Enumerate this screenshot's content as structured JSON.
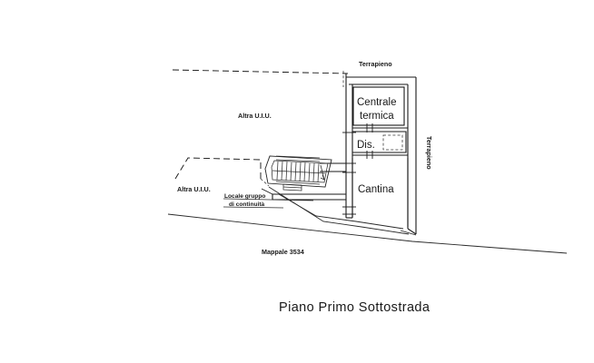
{
  "document": {
    "kind": "architectural-floor-plan",
    "title": "Piano  Primo  Sottostrada",
    "parcel_label": "Mappale 3534",
    "background_color": "#ffffff",
    "line_color": "#1a1a1a"
  },
  "rooms": [
    {
      "id": "centrale-termica",
      "label_line1": "Centrale",
      "label_line2": "termica"
    },
    {
      "id": "disimpegno",
      "label": "Dis."
    },
    {
      "id": "cantina",
      "label": "Cantina"
    }
  ],
  "annotations": {
    "terrapieno_top": "Terrapieno",
    "terrapieno_right": "Terrapieno",
    "altra_uiu_upper": "Altra U.I.U.",
    "altra_uiu_lower": "Altra U.I.U.",
    "locale_gruppo_line1": "Locale gruppo",
    "locale_gruppo_line2": "di continuità"
  },
  "title_block": {
    "word1": "Piano",
    "word2": "Primo",
    "word3": "Sottostrada",
    "full": "Piano  Primo  Sottostrada"
  }
}
